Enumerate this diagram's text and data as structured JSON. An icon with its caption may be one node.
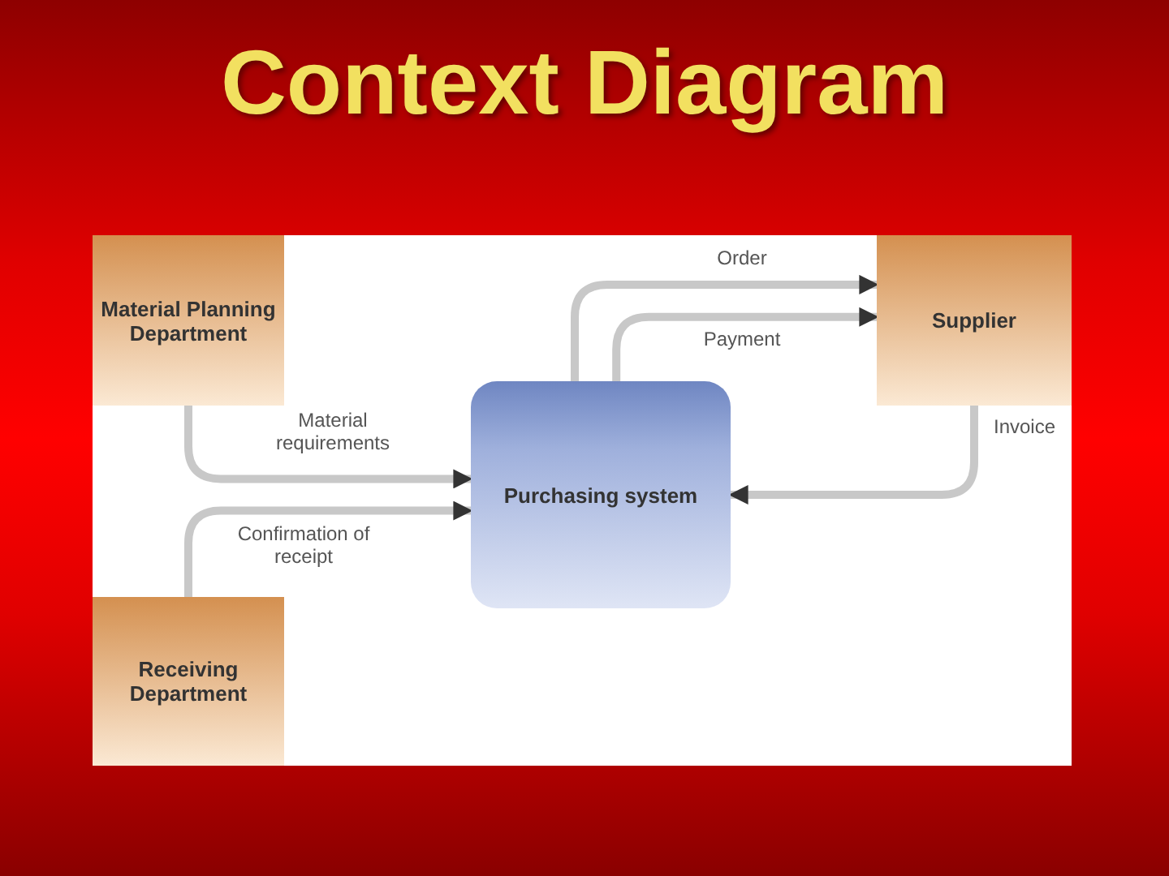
{
  "diagram": {
    "title": "Context Diagram",
    "nodes": [
      {
        "text": [
          "Material Planning Department"
        ]
      },
      {
        "text": [
          "Supplier"
        ]
      },
      {
        "text": [
          "Purchasing system"
        ]
      },
      {
        "text": [
          "Receiving Department"
        ]
      }
    ],
    "edges": [
      {
        "from": 0,
        "to": 2,
        "arrow": "to",
        "label": "Material requirements"
      },
      {
        "from": 3,
        "to": 2,
        "arrow": "to",
        "label": "Confirmation of receipt"
      },
      {
        "from": 2,
        "to": 1,
        "arrow": "to",
        "label": "Order"
      },
      {
        "from": 2,
        "to": 1,
        "arrow": "to",
        "label": "Payment"
      },
      {
        "from": 1,
        "to": 2,
        "arrow": "to",
        "label": "Invoice"
      }
    ]
  }
}
